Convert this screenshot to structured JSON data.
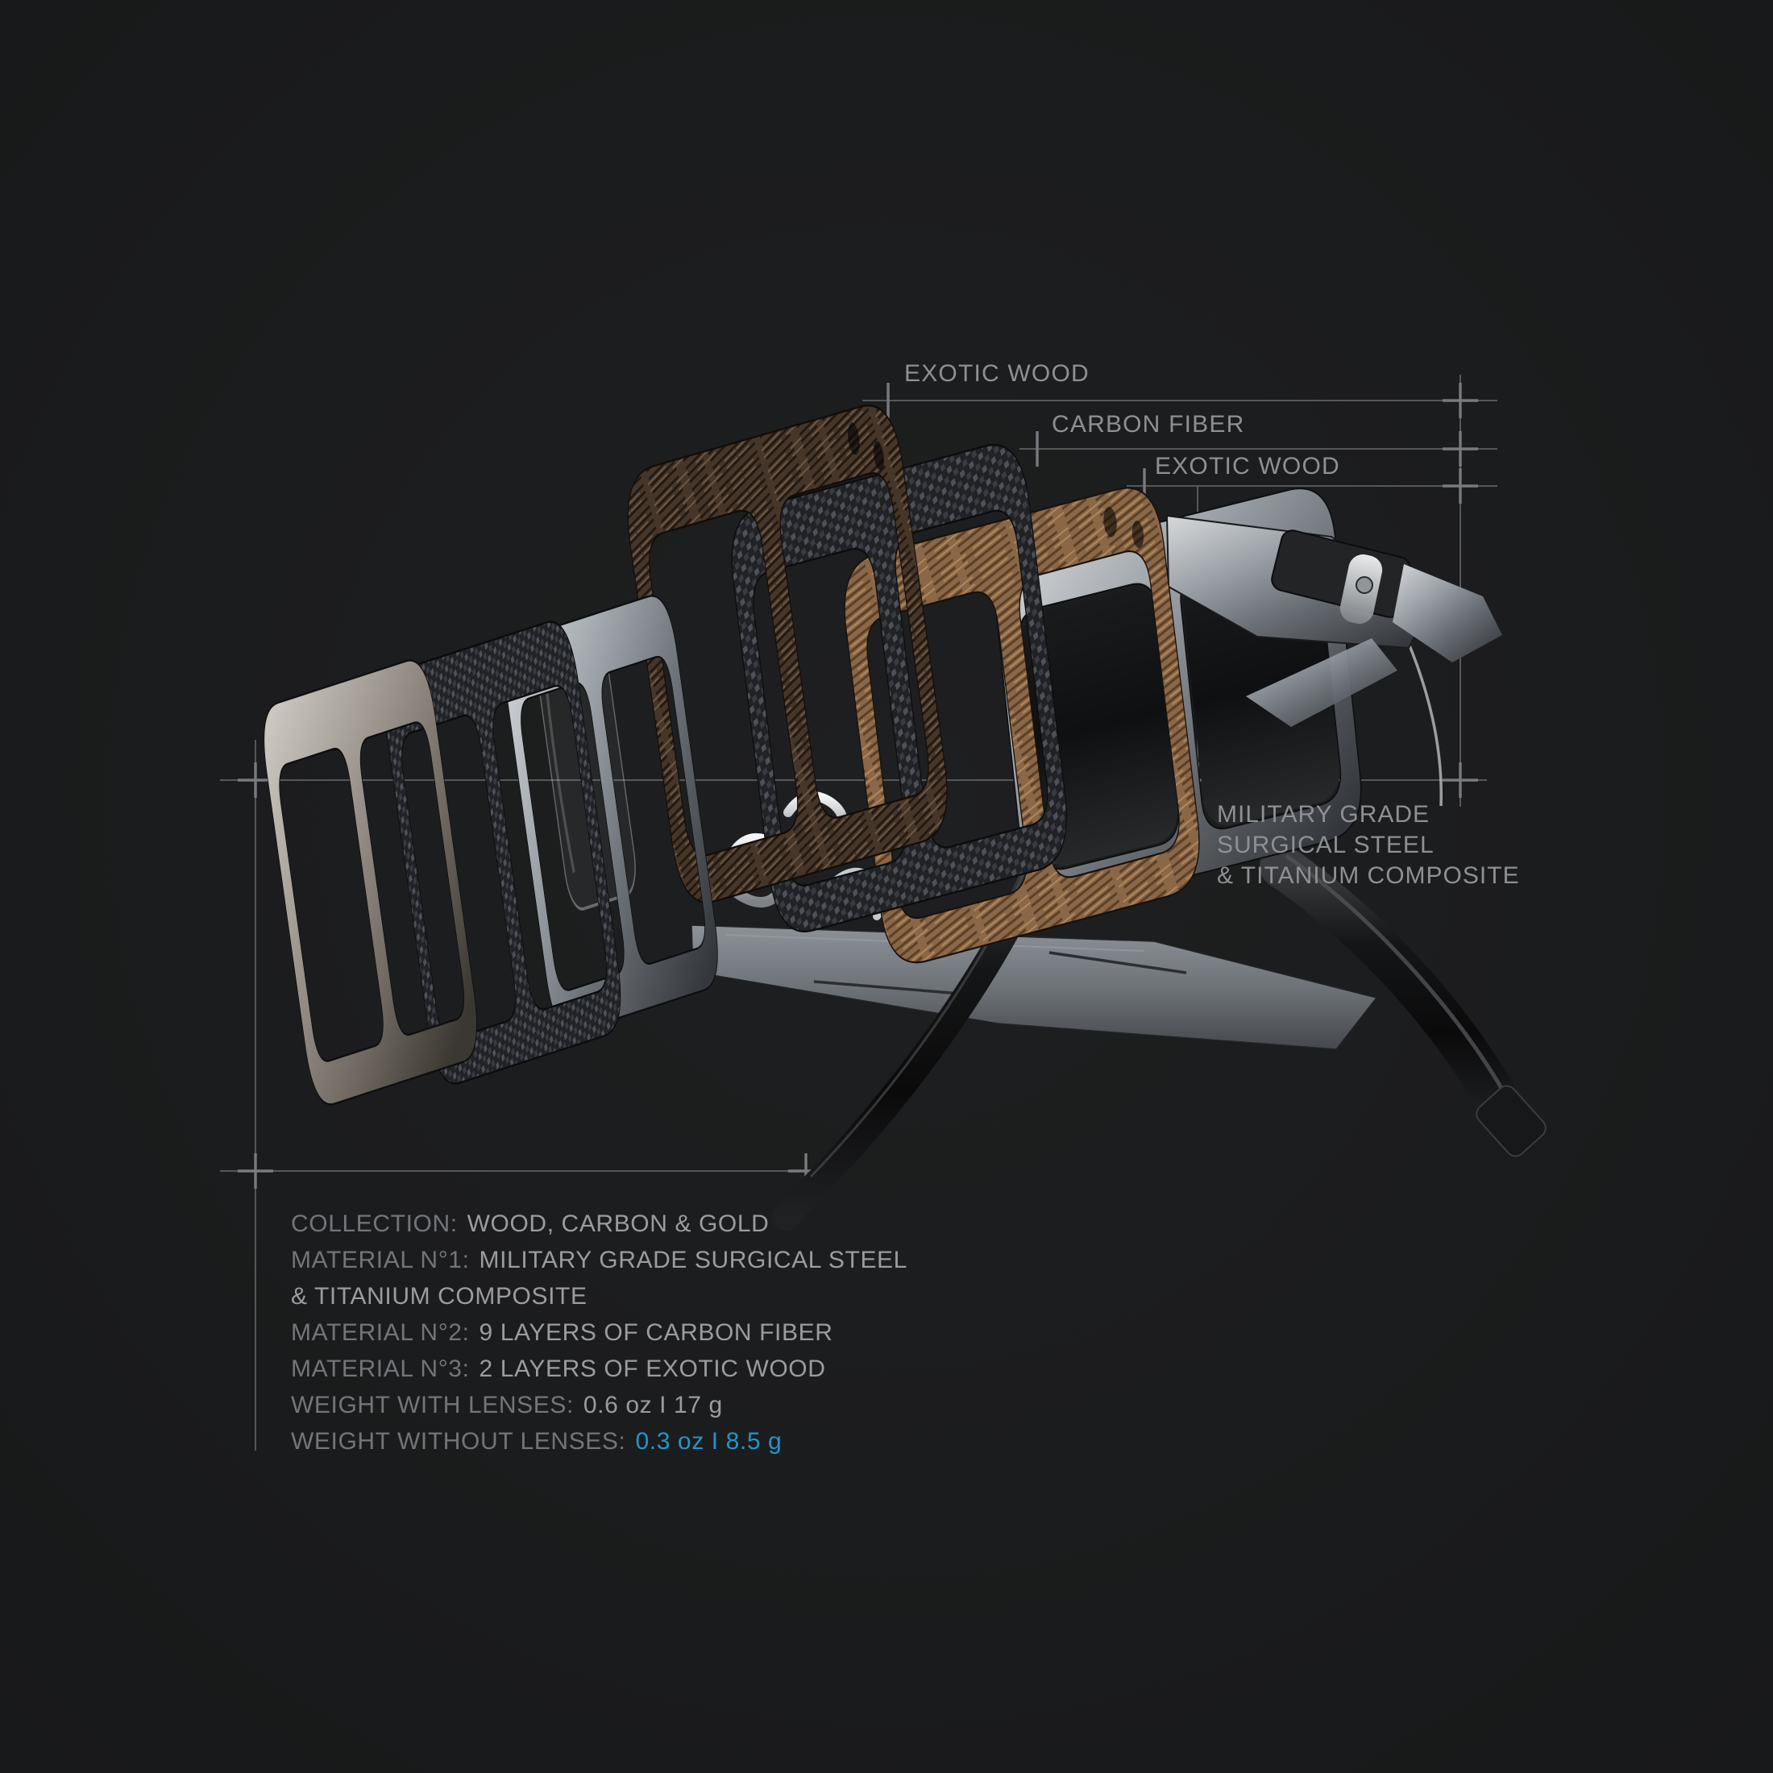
{
  "colors": {
    "background": "#1b1c1d",
    "dimension_line": "#56575a",
    "tick": "#797a7e",
    "callout_text": "#8e9093",
    "spec_label": "#74757a",
    "spec_value": "#9b9c9f",
    "accent_blue": "#2196c8"
  },
  "callouts": {
    "layer_labels": [
      {
        "label": "EXOTIC WOOD"
      },
      {
        "label": "CARBON FIBER"
      },
      {
        "label": "EXOTIC WOOD"
      }
    ],
    "material_note": [
      "MILITARY GRADE",
      "SURGICAL STEEL",
      "& TITANIUM COMPOSITE"
    ]
  },
  "specs": [
    {
      "label": "COLLECTION:",
      "value": "WOOD, CARBON & GOLD"
    },
    {
      "label": "MATERIAL N°1:",
      "value": "MILITARY GRADE SURGICAL STEEL"
    },
    {
      "label": "",
      "value": "& TITANIUM COMPOSITE"
    },
    {
      "label": "MATERIAL N°2:",
      "value": "9 LAYERS OF CARBON FIBER"
    },
    {
      "label": "MATERIAL N°3:",
      "value": "2 LAYERS OF EXOTIC WOOD"
    },
    {
      "label": "WEIGHT WITH LENSES:",
      "value": "0.6 oz I 17 g"
    },
    {
      "label": "WEIGHT WITHOUT LENSES:",
      "value": "0.3 oz I 8.5 g",
      "accent": true
    }
  ],
  "render": {
    "subject": "Exploded view of layered eyeglasses frame",
    "layers_front_to_back": [
      "brushed steel frame layer",
      "carbon fiber frame layer",
      "steel frame layer",
      "exotic wood frame layer",
      "carbon fiber frame layer",
      "exotic wood frame layer",
      "assembled steel front with lenses, hinge and temples"
    ]
  }
}
